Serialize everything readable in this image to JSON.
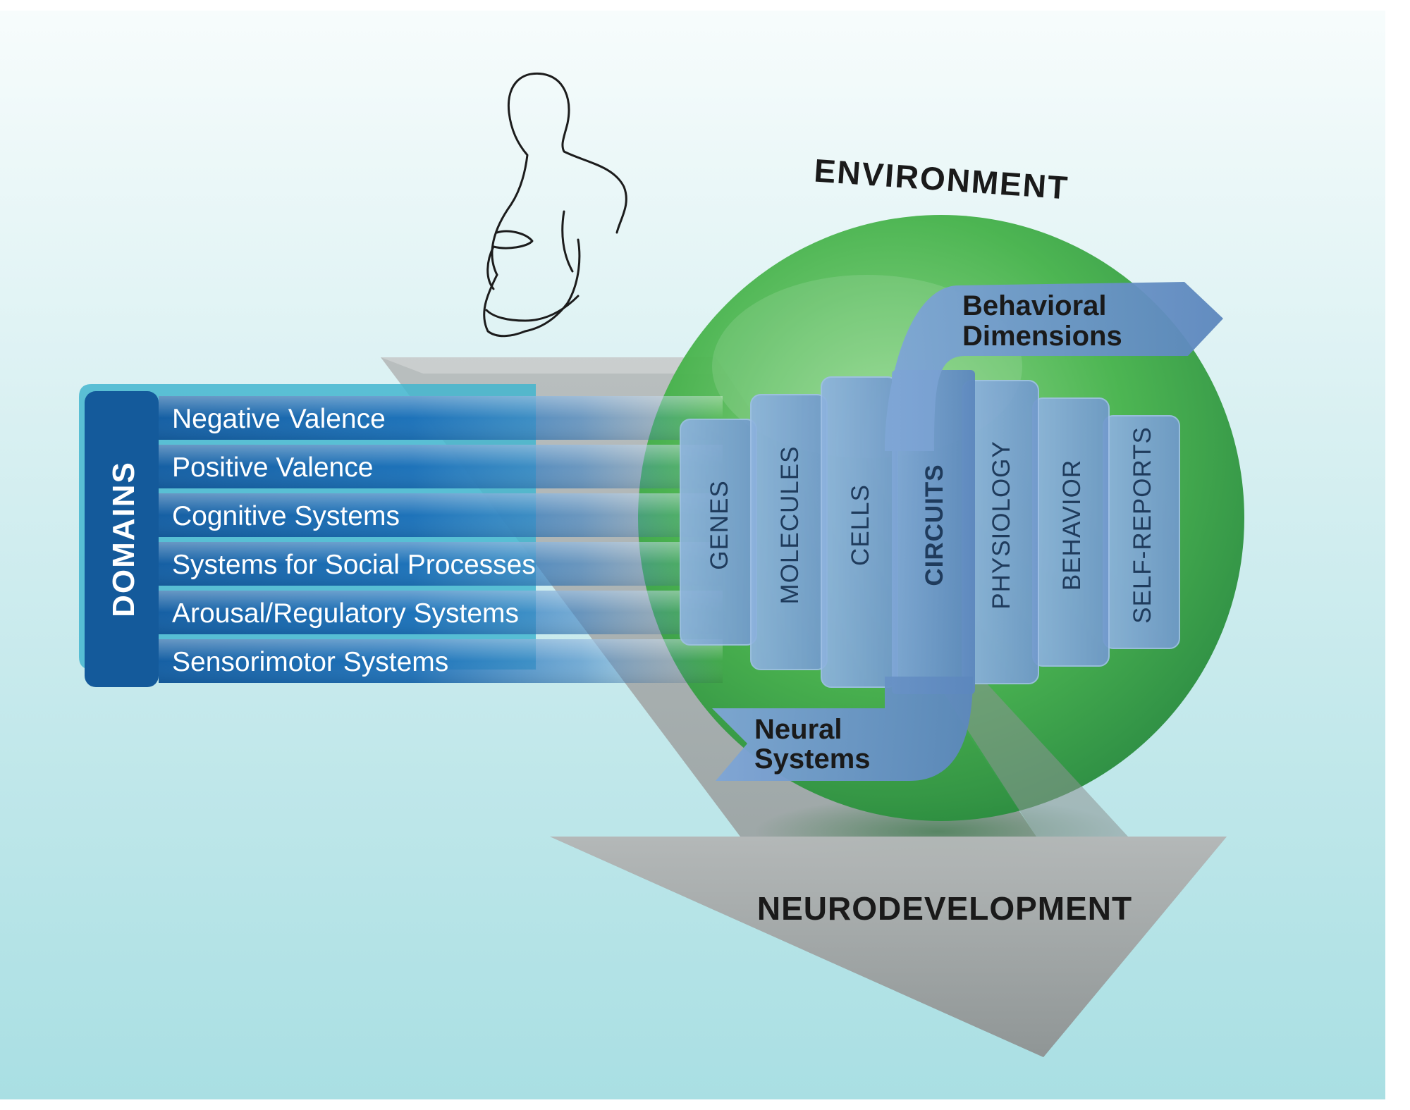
{
  "labels": {
    "environment": "ENVIRONMENT",
    "neurodevelopment": "NEURODEVELOPMENT",
    "domains_header": "DOMAINS",
    "behavioral_dimensions_line1": "Behavioral",
    "behavioral_dimensions_line2": "Dimensions",
    "neural_systems_line1": "Neural",
    "neural_systems_line2": "Systems"
  },
  "domains": [
    "Negative Valence",
    "Positive Valence",
    "Cognitive Systems",
    "Systems for Social Processes",
    "Arousal/Regulatory Systems",
    "Sensorimotor Systems"
  ],
  "levels": [
    "GENES",
    "MOLECULES",
    "CELLS",
    "CIRCUITS",
    "PHYSIOLOGY",
    "BEHAVIOR",
    "SELF-REPORTS"
  ],
  "icons": {
    "figure": "pregnant-woman-outline-icon"
  },
  "colors": {
    "background_top": "#f7fcfc",
    "background_bottom": "#a9dfe3",
    "sphere": "#3fae45",
    "domain_band": "#1865a8",
    "level_card": "#7ea8d8",
    "arrow_gray": "#9ea3a3"
  }
}
